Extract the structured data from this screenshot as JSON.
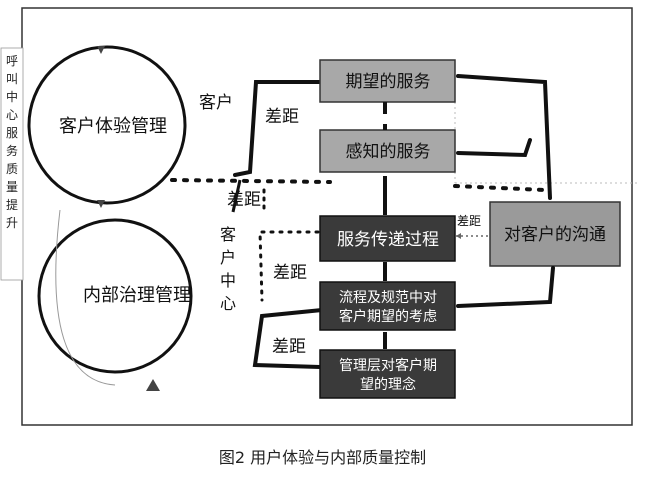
{
  "side_label": "呼叫中心服务质量提升",
  "circles": {
    "top": "客户体验管理",
    "bottom": "内部治理管理"
  },
  "labels": {
    "customer": "客户",
    "customer_center": "客户中心",
    "gap": "差距"
  },
  "boxes": {
    "expected": "期望的服务",
    "perceived": "感知的服务",
    "delivery": "服务传递过程",
    "process_line1": "流程及规范中对",
    "process_line2": "客户期望的考虑",
    "mgmt_line1": "管理层对客户期",
    "mgmt_line2": "望的理念",
    "communication": "对客户的沟通"
  },
  "caption": "图2  用户体验与内部质量控制",
  "colors": {
    "light_box": "#a8a8a8",
    "dark_box": "#3a3a3a",
    "comm_box": "#9a9a9a",
    "ink": "#111111"
  }
}
